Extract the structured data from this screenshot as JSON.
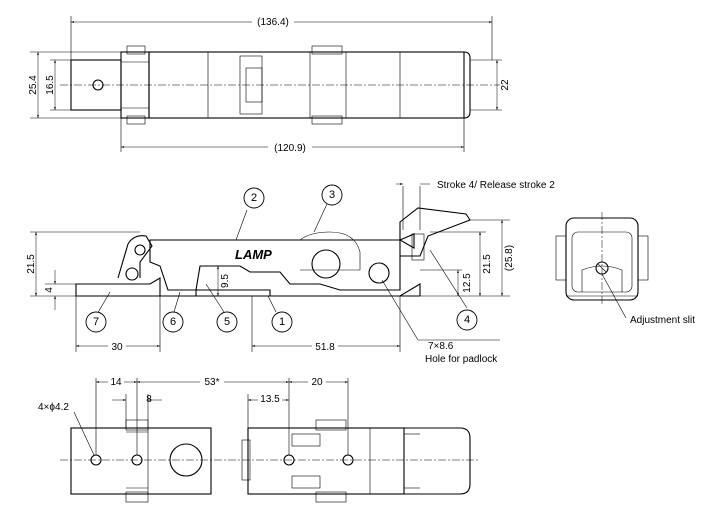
{
  "top_view": {
    "overall_length": "(136.4)",
    "inner_length": "(120.9)",
    "height_outer": "25.4",
    "height_inner": "16.5",
    "width_right": "22"
  },
  "side_view": {
    "logo_text": "LAMP",
    "stroke_label": "Stroke 4/ Release stroke 2",
    "dim_21_5_left": "21.5",
    "dim_4": "4",
    "dim_9_5": "9.5",
    "dim_12_5": "12.5",
    "dim_21_5_right": "21.5",
    "dim_25_8": "(25.8)",
    "dim_30": "30",
    "dim_51_8": "51.8",
    "padlock_hole_size": "7×8.6",
    "padlock_hole_label": "Hole for padlock",
    "parts": [
      "1",
      "2",
      "3",
      "4",
      "5",
      "6",
      "7"
    ]
  },
  "end_view": {
    "adjustment_label": "Adjustment slit"
  },
  "bottom_view": {
    "hole_spec": "4×ϕ4.2",
    "dim_14": "14",
    "dim_53": "53*",
    "dim_20": "20",
    "dim_8": "8",
    "dim_13_5": "13.5"
  }
}
